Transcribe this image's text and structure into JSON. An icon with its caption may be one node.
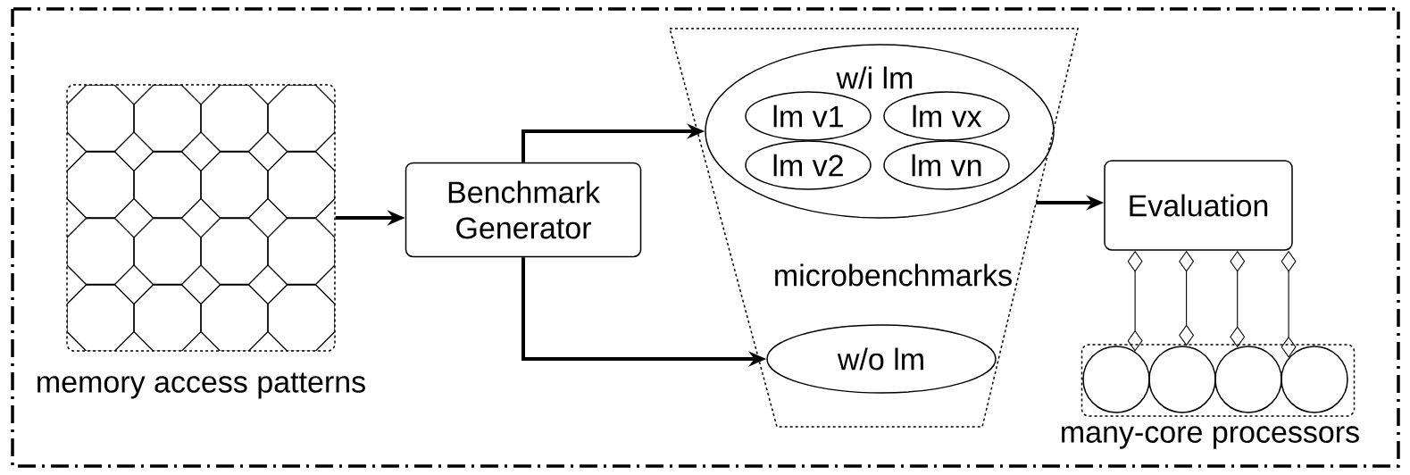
{
  "diagram": {
    "nodes": [
      {
        "text": [
          "memory access patterns"
        ]
      },
      {
        "text": [
          "Benchmark Generator"
        ]
      },
      {
        "text": [
          "microbenchmarks"
        ]
      },
      {
        "text": [
          "w/i lm"
        ],
        "in": 2
      },
      {
        "text": [
          "lm v1"
        ],
        "in": 3
      },
      {
        "text": [
          "lm vx"
        ],
        "in": 3
      },
      {
        "text": [
          "lm v2"
        ],
        "in": 3
      },
      {
        "text": [
          "lm vn"
        ],
        "in": 3
      },
      {
        "text": [
          "w/o lm"
        ],
        "in": 2
      },
      {
        "text": [
          "Evaluation"
        ]
      },
      {
        "text": [
          "many-core processors"
        ]
      },
      {
        "text": [],
        "shape": "circle",
        "in": 10
      },
      {
        "text": [],
        "shape": "circle",
        "in": 10
      },
      {
        "text": [],
        "shape": "circle",
        "in": 10
      },
      {
        "text": [],
        "shape": "circle",
        "in": 10
      }
    ],
    "edges": [
      {
        "from": 0,
        "to": 1,
        "arrow": "to",
        "style": "thick"
      },
      {
        "from": 1,
        "to": 3,
        "arrow": "to",
        "style": "thick"
      },
      {
        "from": 1,
        "to": 8,
        "arrow": "to",
        "style": "thick"
      },
      {
        "from": 2,
        "to": 9,
        "arrow": "to",
        "style": "thick"
      },
      {
        "from": 9,
        "to": 11,
        "arrow": "other"
      },
      {
        "from": 9,
        "to": 12,
        "arrow": "other"
      },
      {
        "from": 9,
        "to": 13,
        "arrow": "other"
      },
      {
        "from": 9,
        "to": 14,
        "arrow": "other"
      }
    ]
  }
}
